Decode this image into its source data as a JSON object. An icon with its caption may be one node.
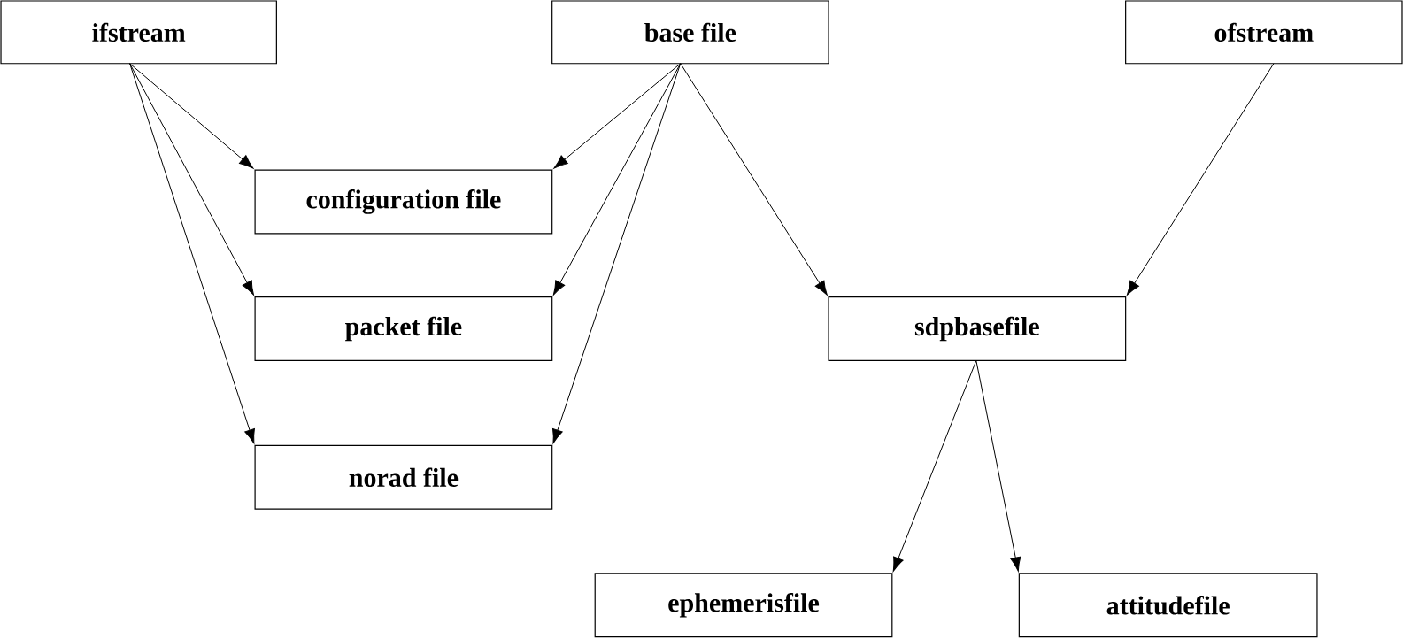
{
  "diagram": {
    "nodes": [
      {
        "text": [
          "ifstream"
        ]
      },
      {
        "text": [
          "base file"
        ]
      },
      {
        "text": [
          "ofstream"
        ]
      },
      {
        "text": [
          "configuration file"
        ]
      },
      {
        "text": [
          "packet file"
        ]
      },
      {
        "text": [
          "norad file"
        ]
      },
      {
        "text": [
          "sdpbasefile"
        ]
      },
      {
        "text": [
          "ephemerisfile"
        ]
      },
      {
        "text": [
          "attitudefile"
        ]
      }
    ],
    "edges": [
      {
        "from": 0,
        "to": 3,
        "arrow": "to"
      },
      {
        "from": 0,
        "to": 4,
        "arrow": "to"
      },
      {
        "from": 0,
        "to": 5,
        "arrow": "to"
      },
      {
        "from": 1,
        "to": 3,
        "arrow": "to"
      },
      {
        "from": 1,
        "to": 4,
        "arrow": "to"
      },
      {
        "from": 1,
        "to": 5,
        "arrow": "to"
      },
      {
        "from": 1,
        "to": 6,
        "arrow": "to"
      },
      {
        "from": 2,
        "to": 6,
        "arrow": "to"
      },
      {
        "from": 6,
        "to": 7,
        "arrow": "to"
      },
      {
        "from": 6,
        "to": 8,
        "arrow": "to"
      }
    ]
  }
}
